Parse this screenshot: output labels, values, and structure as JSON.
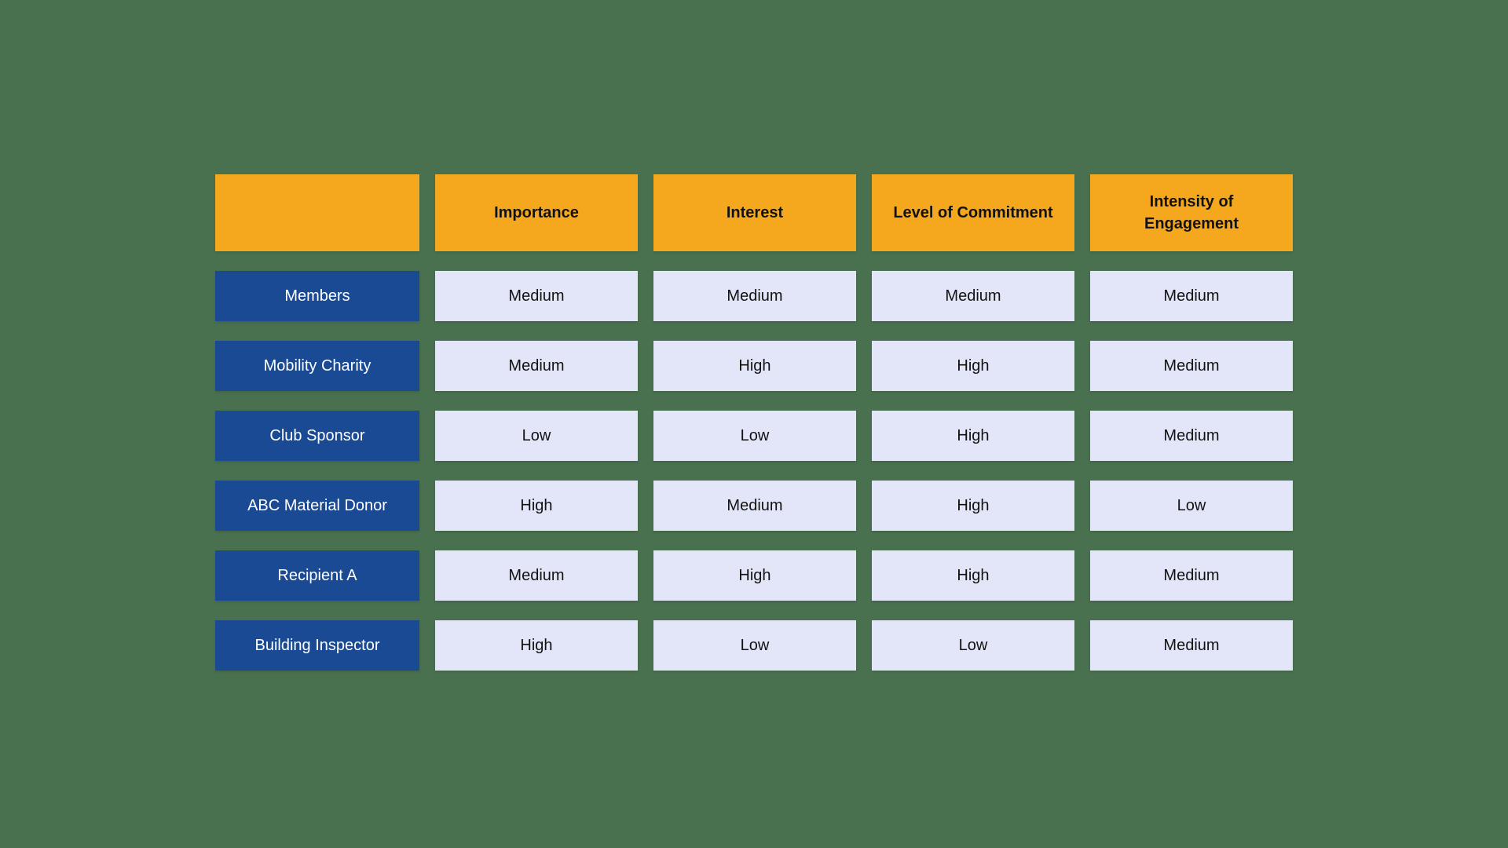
{
  "colors": {
    "background": "#49714F",
    "header-bg": "#F5A71D",
    "header-text": "#121212",
    "label-bg": "#1A4A94",
    "label-text": "#FFFFFF",
    "cell-bg": "#E3E6F9",
    "cell-text": "#121212"
  },
  "chart_data": {
    "type": "table",
    "columns": [
      "",
      "Importance",
      "Interest",
      "Level of Commitment",
      "Intensity of Engagement"
    ],
    "rows": [
      [
        "Members",
        "Medium",
        "Medium",
        "Medium",
        "Medium"
      ],
      [
        "Mobility Charity",
        "Medium",
        "High",
        "High",
        "Medium"
      ],
      [
        "Club Sponsor",
        "Low",
        "Low",
        "High",
        "Medium"
      ],
      [
        "ABC Material Donor",
        "High",
        "Medium",
        "High",
        "Low"
      ],
      [
        "Recipient A",
        "Medium",
        "High",
        "High",
        "Medium"
      ],
      [
        "Building Inspector",
        "High",
        "Low",
        "Low",
        "Medium"
      ]
    ]
  }
}
